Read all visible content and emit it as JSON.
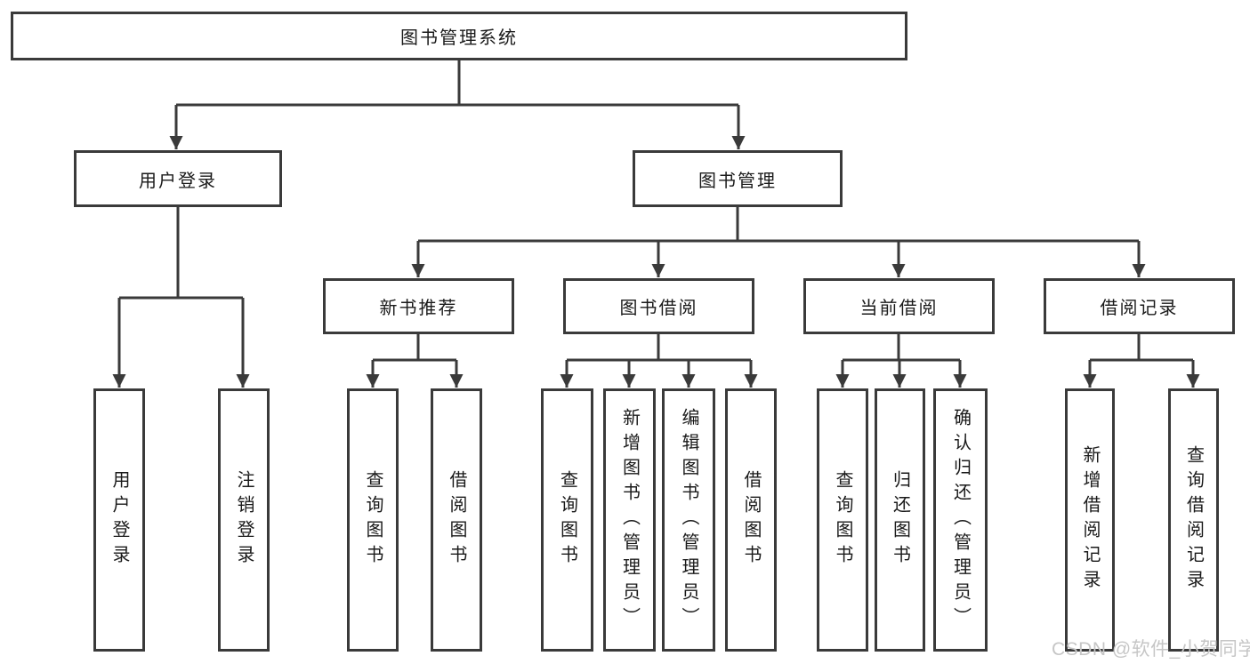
{
  "diagram_title": "图书管理系统",
  "nodes": {
    "root": "图书管理系统",
    "user_login": "用户登录",
    "book_mgmt": "图书管理",
    "new_book_rec": "新书推荐",
    "book_borrow": "图书借阅",
    "current_borrow": "当前借阅",
    "borrow_records": "借阅记录",
    "leaf_user_login": "用户登录",
    "leaf_logout": "注销登录",
    "leaf_rec_query_book": "查询图书",
    "leaf_rec_borrow_book": "借阅图书",
    "leaf_bb_query_book": "查询图书",
    "leaf_bb_add_book": "新增图书（管理员）",
    "leaf_bb_edit_book": "编辑图书（管理员）",
    "leaf_bb_borrow_book": "借阅图书",
    "leaf_cb_query_book": "查询图书",
    "leaf_cb_return_book": "归还图书",
    "leaf_cb_confirm_return": "确认归还（管理员）",
    "leaf_br_add_record": "新增借阅记录",
    "leaf_br_query_record": "查询借阅记录"
  },
  "tree": {
    "图书管理系统": {
      "用户登录": [
        "用户登录",
        "注销登录"
      ],
      "图书管理": {
        "新书推荐": [
          "查询图书",
          "借阅图书"
        ],
        "图书借阅": [
          "查询图书",
          "新增图书（管理员）",
          "编辑图书（管理员）",
          "借阅图书"
        ],
        "当前借阅": [
          "查询图书",
          "归还图书",
          "确认归还（管理员）"
        ],
        "借阅记录": [
          "新增借阅记录",
          "查询借阅记录"
        ]
      }
    }
  },
  "watermark": "CSDN @软件_小贺同学",
  "colors": {
    "line": "#3a3a3a",
    "text": "#1a1a1a",
    "box_fill": "#ffffff",
    "watermark": "#c6c6c6",
    "background": "#ffffff"
  }
}
